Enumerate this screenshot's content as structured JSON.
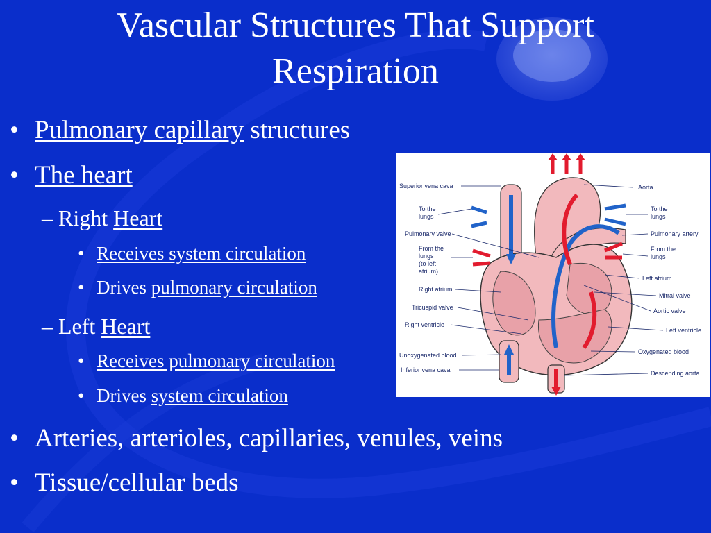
{
  "slide": {
    "title_line1": "Vascular Structures That Support",
    "title_line2": "Respiration",
    "bullets": [
      {
        "text": "Pulmonary capillary",
        "rest": " structures"
      },
      {
        "text": "The heart"
      },
      {
        "prefix": "– Right ",
        "text": "Heart"
      },
      {
        "text": "Receives system circulation"
      },
      {
        "prefix": "Drives ",
        "text": "pulmonary circulation"
      },
      {
        "prefix": "– Left ",
        "text": "Heart"
      },
      {
        "text": "Receives pulmonary circulation"
      },
      {
        "prefix": "Drives ",
        "text": "system circulation"
      },
      {
        "text": "Arteries, arterioles, capillaries, venules, veins"
      },
      {
        "text": "Tissue/cellular beds"
      }
    ],
    "bullet_glyph": "•"
  },
  "diagram": {
    "labels_left": [
      "Superior vena cava",
      "To the",
      "lungs",
      "Pulmonary valve",
      "From the",
      "lungs",
      "(to left",
      "atrium)",
      "Right atrium",
      "Tricuspid valve",
      "Right ventricle",
      "Unoxygenated blood",
      "Inferior vena cava"
    ],
    "labels_right": [
      "Aorta",
      "To the",
      "lungs",
      "Pulmonary artery",
      "From the",
      "lungs",
      "Left atrium",
      "Mitral valve",
      "Aortic valve",
      "Left ventricle",
      "Oxygenated blood",
      "Descending aorta"
    ]
  },
  "colors": {
    "background": "#0a2ecb",
    "text": "#ffffff",
    "heart_pink": "#f2b9bd",
    "arrow_red": "#e21b2e",
    "arrow_blue": "#2163c9"
  }
}
